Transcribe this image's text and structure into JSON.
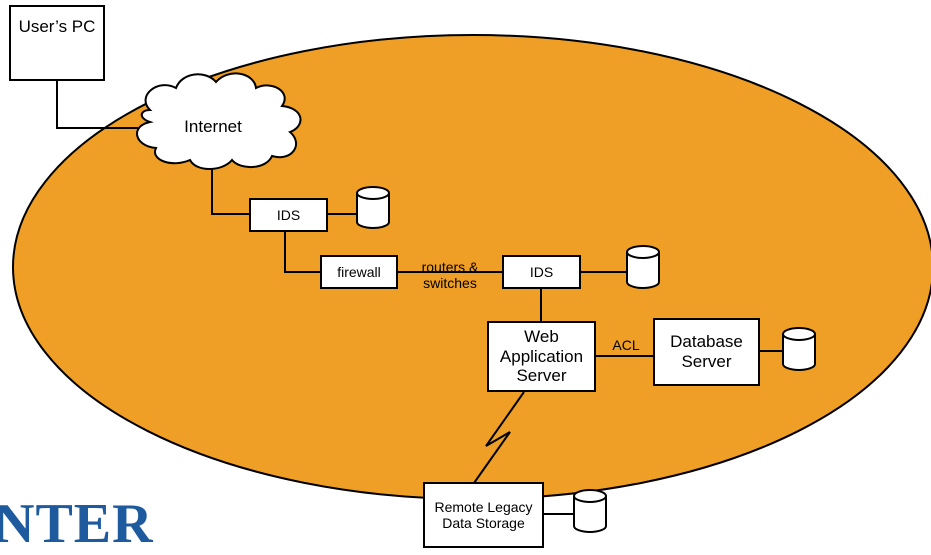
{
  "colors": {
    "zone_fill": "#ef9f26",
    "stroke": "#000000",
    "logo": "#1d5a9e"
  },
  "nodes": {
    "users_pc": "User’s PC",
    "internet": "Internet",
    "ids_top": "IDS",
    "firewall": "firewall",
    "ids_mid": "IDS",
    "web_app_server": "Web\nApplication\nServer",
    "database_server": "Database\nServer",
    "remote_storage": "Remote Legacy\nData Storage"
  },
  "edge_labels": {
    "routers_switches": "routers &\nswitches",
    "acl": "ACL"
  },
  "logo_text": "NTER"
}
